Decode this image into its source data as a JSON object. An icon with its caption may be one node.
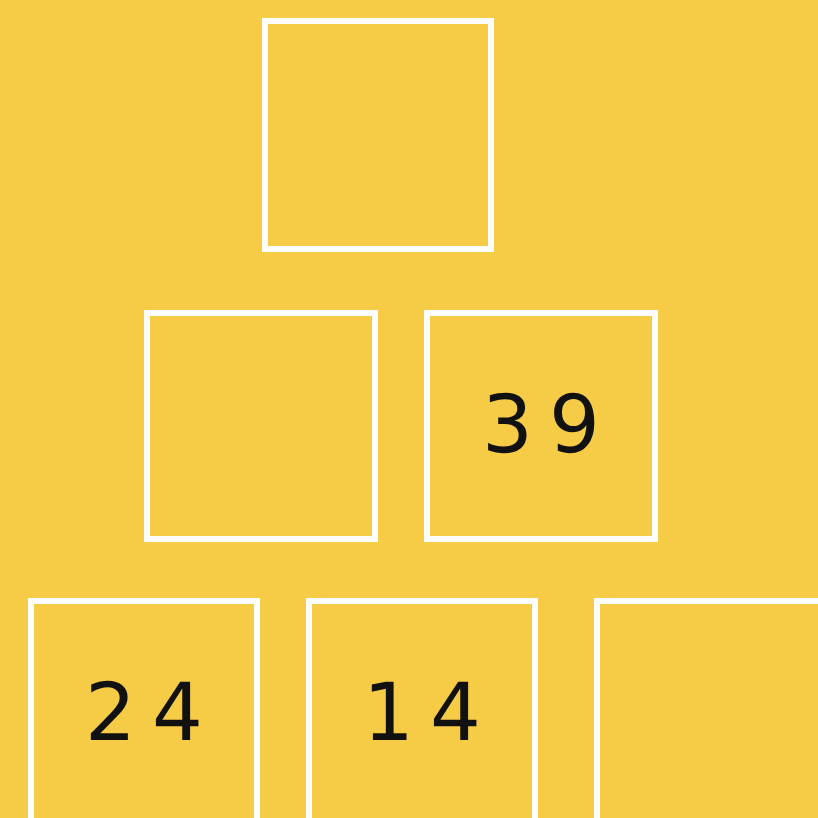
{
  "diagram": {
    "nodes": [
      {
        "text": [],
        "shape": "box"
      },
      {
        "text": [],
        "shape": "box"
      },
      {
        "text": [
          "39"
        ]
      },
      {
        "text": [
          "24"
        ]
      },
      {
        "text": [
          "14"
        ]
      },
      {
        "text": [],
        "shape": "box"
      }
    ]
  }
}
